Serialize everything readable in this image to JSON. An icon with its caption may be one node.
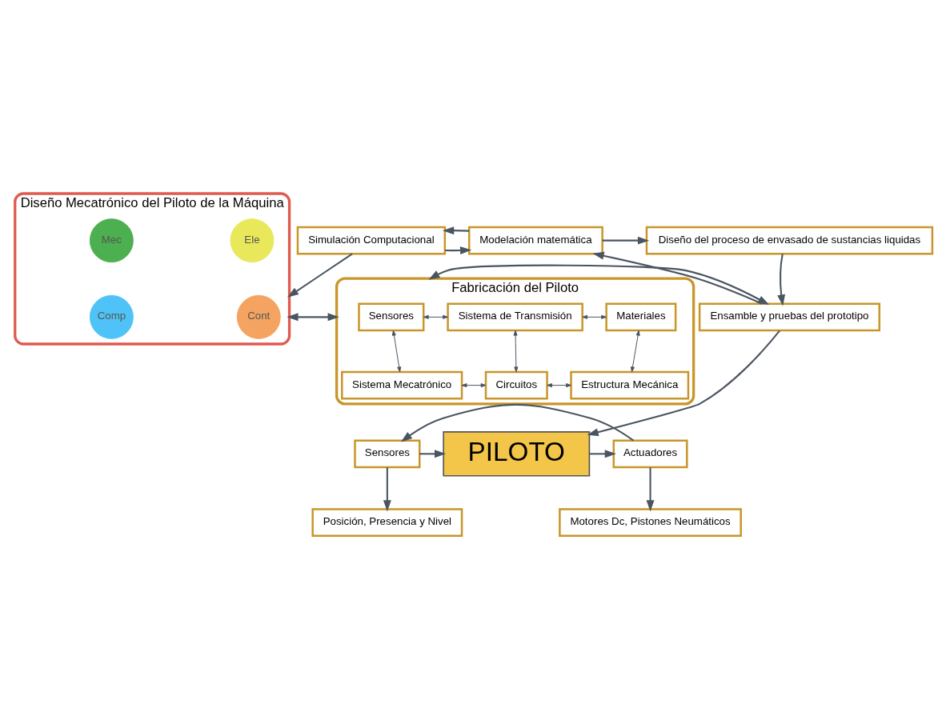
{
  "diagram": {
    "nodes": [
      {
        "text": [
          "Simulación Computacional"
        ]
      },
      {
        "text": [
          "Modelación matemática"
        ]
      },
      {
        "text": [
          "Diseño del proceso de envasado de sustancias liquidas"
        ]
      },
      {
        "text": [
          "Diseño Mecatrónico del Piloto de la Máquina"
        ]
      },
      {
        "text": [
          "Mec"
        ],
        "in": 3
      },
      {
        "text": [
          "Ele"
        ],
        "in": 3
      },
      {
        "text": [
          "Comp"
        ],
        "in": 3
      },
      {
        "text": [
          "Cont"
        ],
        "in": 3
      },
      {
        "text": [
          "Fabricación del Piloto"
        ]
      },
      {
        "text": [
          "Materiales"
        ],
        "in": 8
      },
      {
        "text": [
          "Sistema de Transmisión"
        ],
        "in": 8
      },
      {
        "text": [
          "Sensores"
        ],
        "in": 8
      },
      {
        "text": [
          "Estructura Mecánica"
        ],
        "in": 8
      },
      {
        "text": [
          "Circuitos"
        ],
        "in": 8
      },
      {
        "text": [
          "Sistema Mecatrónico"
        ],
        "in": 8
      },
      {
        "text": [
          "Ensamble y pruebas del prototipo"
        ]
      },
      {
        "text": [
          "Sensores"
        ]
      },
      {
        "text": [
          "PILOTO"
        ]
      },
      {
        "text": [
          "Actuadores"
        ]
      },
      {
        "text": [
          "Posición, Presencia y Nivel"
        ]
      },
      {
        "text": [
          "Motores Dc, Pistones Neumáticos"
        ]
      }
    ],
    "edges": [
      {
        "from": 0,
        "to": 1,
        "arrow": "to"
      },
      {
        "from": 1,
        "to": 0,
        "arrow": "to"
      },
      {
        "from": 1,
        "to": 2,
        "arrow": "to"
      },
      {
        "from": 0,
        "to": 3,
        "arrow": "to"
      },
      {
        "from": 2,
        "to": 15,
        "arrow": "to"
      },
      {
        "from": 15,
        "to": 1,
        "arrow": "to"
      },
      {
        "from": 8,
        "to": 15,
        "arrow": "both"
      },
      {
        "from": 3,
        "to": 8,
        "arrow": "both"
      },
      {
        "from": 9,
        "to": 10,
        "arrow": "both"
      },
      {
        "from": 10,
        "to": 11,
        "arrow": "both"
      },
      {
        "from": 9,
        "to": 12,
        "arrow": "both"
      },
      {
        "from": 10,
        "to": 13,
        "arrow": "both"
      },
      {
        "from": 11,
        "to": 14,
        "arrow": "both"
      },
      {
        "from": 12,
        "to": 13,
        "arrow": "both"
      },
      {
        "from": 13,
        "to": 14,
        "arrow": "both"
      },
      {
        "from": 15,
        "to": 17,
        "arrow": "to"
      },
      {
        "from": 16,
        "to": 17,
        "arrow": "to"
      },
      {
        "from": 17,
        "to": 18,
        "arrow": "to"
      },
      {
        "from": 16,
        "to": 19,
        "arrow": "to"
      },
      {
        "from": 18,
        "to": 20,
        "arrow": "to"
      },
      {
        "from": 18,
        "to": 16,
        "arrow": "to"
      }
    ]
  }
}
